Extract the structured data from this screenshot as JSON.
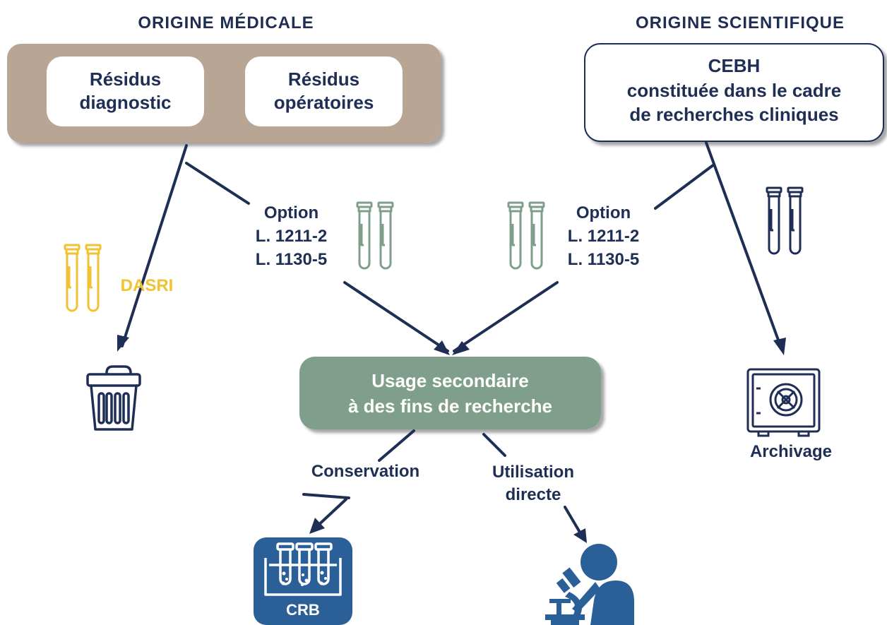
{
  "headers": {
    "medical": "ORIGINE MÉDICALE",
    "scientific": "ORIGINE SCIENTIFIQUE"
  },
  "medical_box": {
    "item1": [
      "Résidus",
      "diagnostic"
    ],
    "item2": [
      "Résidus",
      "opératoires"
    ]
  },
  "scientific_box": {
    "lines": [
      "CEBH",
      "constituée dans le cadre",
      "de recherches cliniques"
    ]
  },
  "option_left": [
    "Option",
    "L. 1211-2",
    "L. 1130-5"
  ],
  "option_right": [
    "Option",
    "L. 1211-2",
    "L. 1130-5"
  ],
  "dasri_label": "DASRI",
  "center_box": [
    "Usage secondaire",
    "à des fins de recherche"
  ],
  "conservation_label": "Conservation",
  "utilisation_label": [
    "Utilisation",
    "directe"
  ],
  "archivage_label": "Archivage",
  "crb_label": "CRB",
  "icons": {
    "trash": "trash-icon",
    "safe": "safe-icon",
    "rack": "test-tube-rack-icon",
    "researcher": "microscope-researcher-icon",
    "tubes": "test-tubes-icon"
  },
  "colors": {
    "navy": "#1f2e55",
    "taupe": "#b9a593",
    "sage": "#7f9f8c",
    "dasri_yellow": "#f1c232",
    "blue_icon": "#2a5f98"
  }
}
